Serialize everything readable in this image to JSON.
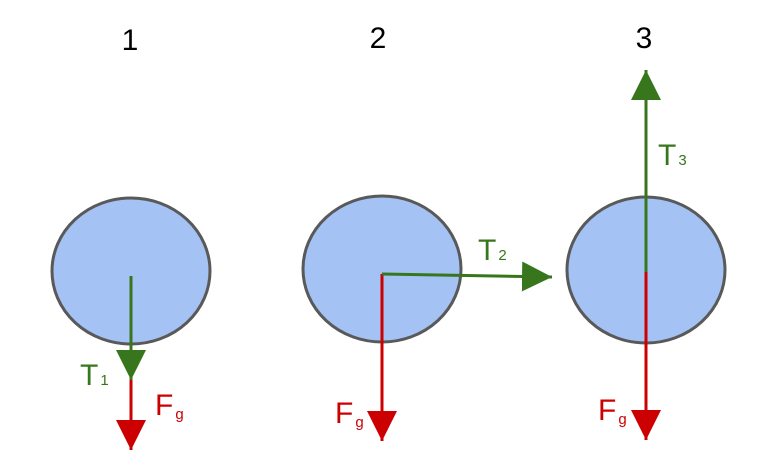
{
  "colors": {
    "fill": "#a4c2f4",
    "stroke": "#595959",
    "tension": "#38761d",
    "gravity": "#cc0000"
  },
  "panels": [
    {
      "number": "1",
      "tension_label": "T",
      "tension_sub": "1",
      "gravity_label": "F",
      "gravity_sub": "g"
    },
    {
      "number": "2",
      "tension_label": "T",
      "tension_sub": "2",
      "gravity_label": "F",
      "gravity_sub": "g"
    },
    {
      "number": "3",
      "tension_label": "T",
      "tension_sub": "3",
      "gravity_label": "F",
      "gravity_sub": "g"
    }
  ]
}
